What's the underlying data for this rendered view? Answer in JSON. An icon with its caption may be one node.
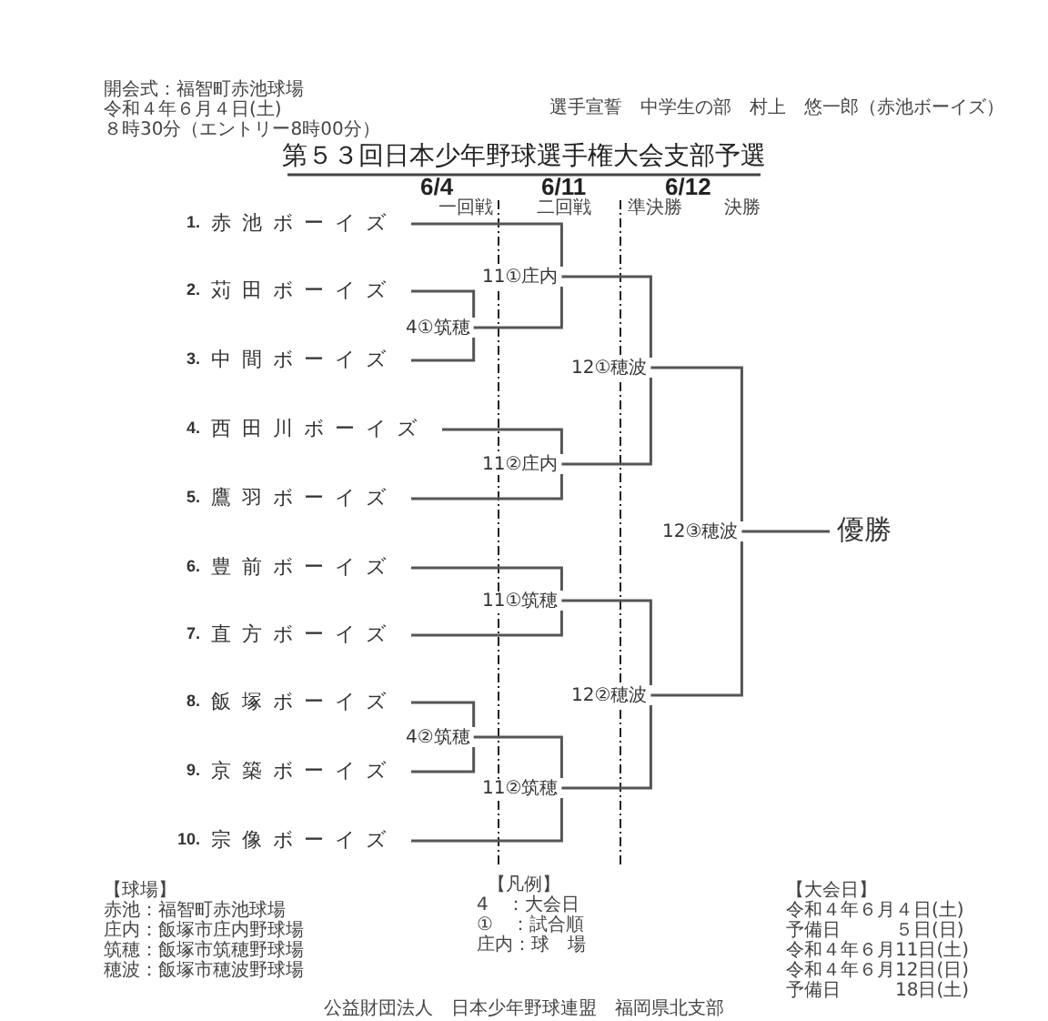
{
  "diagram": {
    "title": "第５３回日本少年野球選手権大会支部予選",
    "nodes": [
      {
        "text": [
          "1.",
          "赤池ボーイズ"
        ]
      },
      {
        "text": [
          "2.",
          "苅田ボーイズ"
        ]
      },
      {
        "text": [
          "3.",
          "中間ボーイズ"
        ]
      },
      {
        "text": [
          "4.",
          "西田川ボーイズ"
        ]
      },
      {
        "text": [
          "5.",
          "鷹羽ボーイズ"
        ]
      },
      {
        "text": [
          "6.",
          "豊前ボーイズ"
        ]
      },
      {
        "text": [
          "7.",
          "直方ボーイズ"
        ]
      },
      {
        "text": [
          "8.",
          "飯塚ボーイズ"
        ]
      },
      {
        "text": [
          "9.",
          "京築ボーイズ"
        ]
      },
      {
        "text": [
          "10.",
          "宗像ボーイズ"
        ]
      },
      {
        "text": [
          "4①筑穂"
        ]
      },
      {
        "text": [
          "11①庄内"
        ]
      },
      {
        "text": [
          "11②庄内"
        ]
      },
      {
        "text": [
          "12①穂波"
        ]
      },
      {
        "text": [
          "11①筑穂"
        ]
      },
      {
        "text": [
          "4②筑穂"
        ]
      },
      {
        "text": [
          "11②筑穂"
        ]
      },
      {
        "text": [
          "12②穂波"
        ]
      },
      {
        "text": [
          "12③穂波"
        ]
      },
      {
        "text": [
          "優勝"
        ]
      }
    ],
    "edges": [
      {
        "from": 0,
        "to": 11,
        "arrow": "none"
      },
      {
        "from": 1,
        "to": 10,
        "arrow": "none"
      },
      {
        "from": 2,
        "to": 10,
        "arrow": "none"
      },
      {
        "from": 10,
        "to": 11,
        "arrow": "none"
      },
      {
        "from": 3,
        "to": 12,
        "arrow": "none"
      },
      {
        "from": 4,
        "to": 12,
        "arrow": "none"
      },
      {
        "from": 11,
        "to": 13,
        "arrow": "none"
      },
      {
        "from": 12,
        "to": 13,
        "arrow": "none"
      },
      {
        "from": 5,
        "to": 14,
        "arrow": "none"
      },
      {
        "from": 6,
        "to": 14,
        "arrow": "none"
      },
      {
        "from": 7,
        "to": 15,
        "arrow": "none"
      },
      {
        "from": 8,
        "to": 15,
        "arrow": "none"
      },
      {
        "from": 15,
        "to": 16,
        "arrow": "none"
      },
      {
        "from": 9,
        "to": 16,
        "arrow": "none"
      },
      {
        "from": 14,
        "to": 17,
        "arrow": "none"
      },
      {
        "from": 16,
        "to": 17,
        "arrow": "none"
      },
      {
        "from": 13,
        "to": 18,
        "arrow": "none"
      },
      {
        "from": 17,
        "to": 18,
        "arrow": "none"
      },
      {
        "from": 18,
        "to": 19,
        "arrow": "none"
      }
    ],
    "labels": [
      "開会式：福智町赤池球場",
      "令和４年６月４日(土)",
      "８時30分（エントリー8時00分）",
      "選手宣誓　中学生の部　村上　悠一郎（赤池ボーイズ）",
      "6/4",
      "6/11",
      "6/12",
      "一回戦",
      "二回戦",
      "準決勝",
      "決勝",
      "【球場】",
      "赤池：福智町赤池球場",
      "庄内：飯塚市庄内野球場",
      "筑穂：飯塚市筑穂野球場",
      "穂波：飯塚市穂波野球場",
      "【凡例】",
      "4　：大会日",
      "①　：試合順",
      "庄内：球　場",
      "【大会日】",
      "令和４年６月４日(土)",
      "予備日　　　５日(日)",
      "令和４年６月11日(土)",
      "令和４年６月12日(日)",
      "予備日　　　18日(土)",
      "公益財団法人　日本少年野球連盟　福岡県北支部"
    ]
  }
}
